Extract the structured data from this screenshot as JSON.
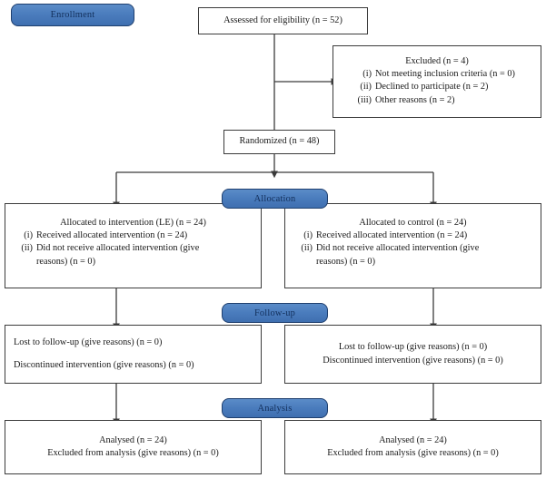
{
  "figure": {
    "type": "consort-flow-diagram",
    "accent_color": "#4a7cbd",
    "accent_border_color": "#1f3f6e",
    "box_border_color": "#3b3b3b",
    "background": "#ffffff"
  },
  "banners": {
    "enrollment": "Enrollment",
    "allocation": "Allocation",
    "followup": "Follow-up",
    "analysis": "Analysis"
  },
  "enrollment": {
    "assessed": "Assessed for eligibility (n = 52)",
    "excluded_title": "Excluded (n = 4)",
    "excluded_items": [
      {
        "numeral": "(i)",
        "text": "Not meeting inclusion criteria (n = 0)"
      },
      {
        "numeral": "(ii)",
        "text": "Declined to participate (n = 2)"
      },
      {
        "numeral": "(iii)",
        "text": "Other reasons (n = 2)"
      }
    ],
    "randomized": "Randomized (n = 48)"
  },
  "allocation": {
    "left": {
      "title": "Allocated to intervention (LE) (n = 24)",
      "items": [
        {
          "numeral": "(i)",
          "text": "Received allocated intervention (n = 24)"
        },
        {
          "numeral": "(ii)",
          "text": "Did not receive allocated intervention (give",
          "text2": "reasons) (n = 0)"
        }
      ]
    },
    "right": {
      "title": "Allocated to control (n = 24)",
      "items": [
        {
          "numeral": "(i)",
          "text": "Received allocated intervention (n = 24)"
        },
        {
          "numeral": "(ii)",
          "text": "Did not receive allocated intervention (give",
          "text2": "reasons) (n = 0)"
        }
      ]
    }
  },
  "followup": {
    "left": {
      "lost": "Lost to follow-up (give reasons) (n = 0)",
      "discontinued": "Discontinued intervention (give reasons) (n = 0)"
    },
    "right": {
      "lost": "Lost to follow-up (give reasons) (n = 0)",
      "discontinued": "Discontinued intervention (give reasons) (n = 0)"
    }
  },
  "analysis": {
    "left": {
      "analysed": "Analysed (n = 24)",
      "excluded": "Excluded from analysis (give reasons) (n = 0)"
    },
    "right": {
      "analysed": "Analysed (n = 24)",
      "excluded": "Excluded from analysis (give reasons) (n = 0)"
    }
  }
}
